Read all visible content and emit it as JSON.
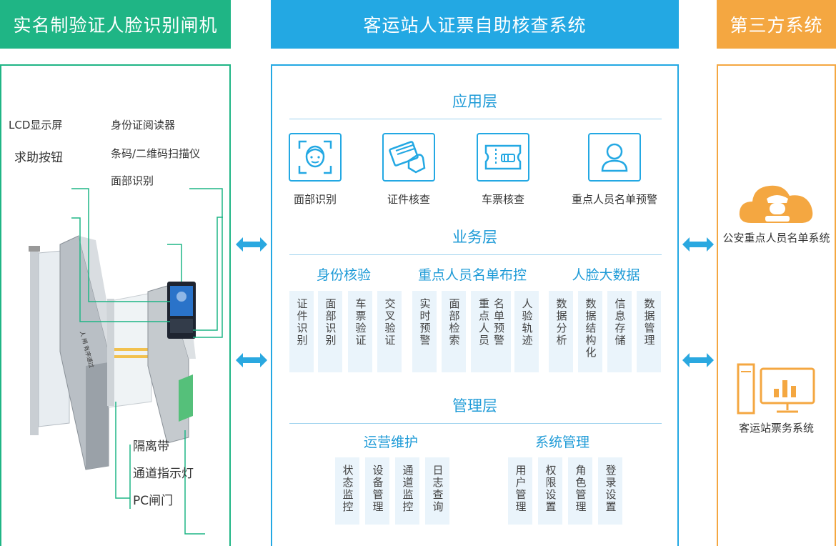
{
  "headers": {
    "left": "实名制验证人脸识别闸机",
    "middle": "客运站人证票自助核查系统",
    "right": "第三方系统"
  },
  "gate": {
    "labels": {
      "lcd": "LCD显示屏",
      "help": "求助按钮",
      "id_reader": "身份证阅读器",
      "scanner": "条码/二维码扫描仪",
      "face": "面部识别",
      "isolation": "隔离带",
      "indicator": "通道指示灯",
      "pc_gate": "PC闸门"
    },
    "panel_text": "人 闸  有序通过"
  },
  "system": {
    "app_layer": {
      "title": "应用层",
      "items": [
        {
          "label": "面部识别",
          "icon": "face-scan-icon"
        },
        {
          "label": "证件核查",
          "icon": "id-card-icon"
        },
        {
          "label": "车票核查",
          "icon": "ticket-icon"
        },
        {
          "label": "重点人员名单预警",
          "icon": "person-icon"
        }
      ]
    },
    "business_layer": {
      "title": "业务层",
      "groups": [
        {
          "title": "身份核验",
          "cells": [
            "证件识别",
            "面部识别",
            "车票验证",
            "交叉验证"
          ]
        },
        {
          "title": "重点人员名单布控",
          "cells": [
            "实时预警",
            "面部检索",
            "名单预警",
            "重点人员",
            "人验轨迹"
          ]
        },
        {
          "title": "人脸大数据",
          "cells": [
            "数据分析",
            "数据结构化",
            "信息存储",
            "数据管理"
          ]
        }
      ]
    },
    "mgmt_layer": {
      "title": "管理层",
      "groups": [
        {
          "title": "运营维护",
          "cells": [
            "状态监控",
            "设备管理",
            "通道监控",
            "日志查询"
          ]
        },
        {
          "title": "系统管理",
          "cells": [
            "用户管理",
            "权限设置",
            "角色管理",
            "登录设置"
          ]
        }
      ]
    }
  },
  "third_party": {
    "police": "公安重点人员名单系统",
    "ticketing": "客运站票务系统"
  },
  "colors": {
    "green": "#1fb585",
    "blue": "#23a8e3",
    "orange": "#f4a741",
    "cell_bg": "#eaf4fb"
  }
}
